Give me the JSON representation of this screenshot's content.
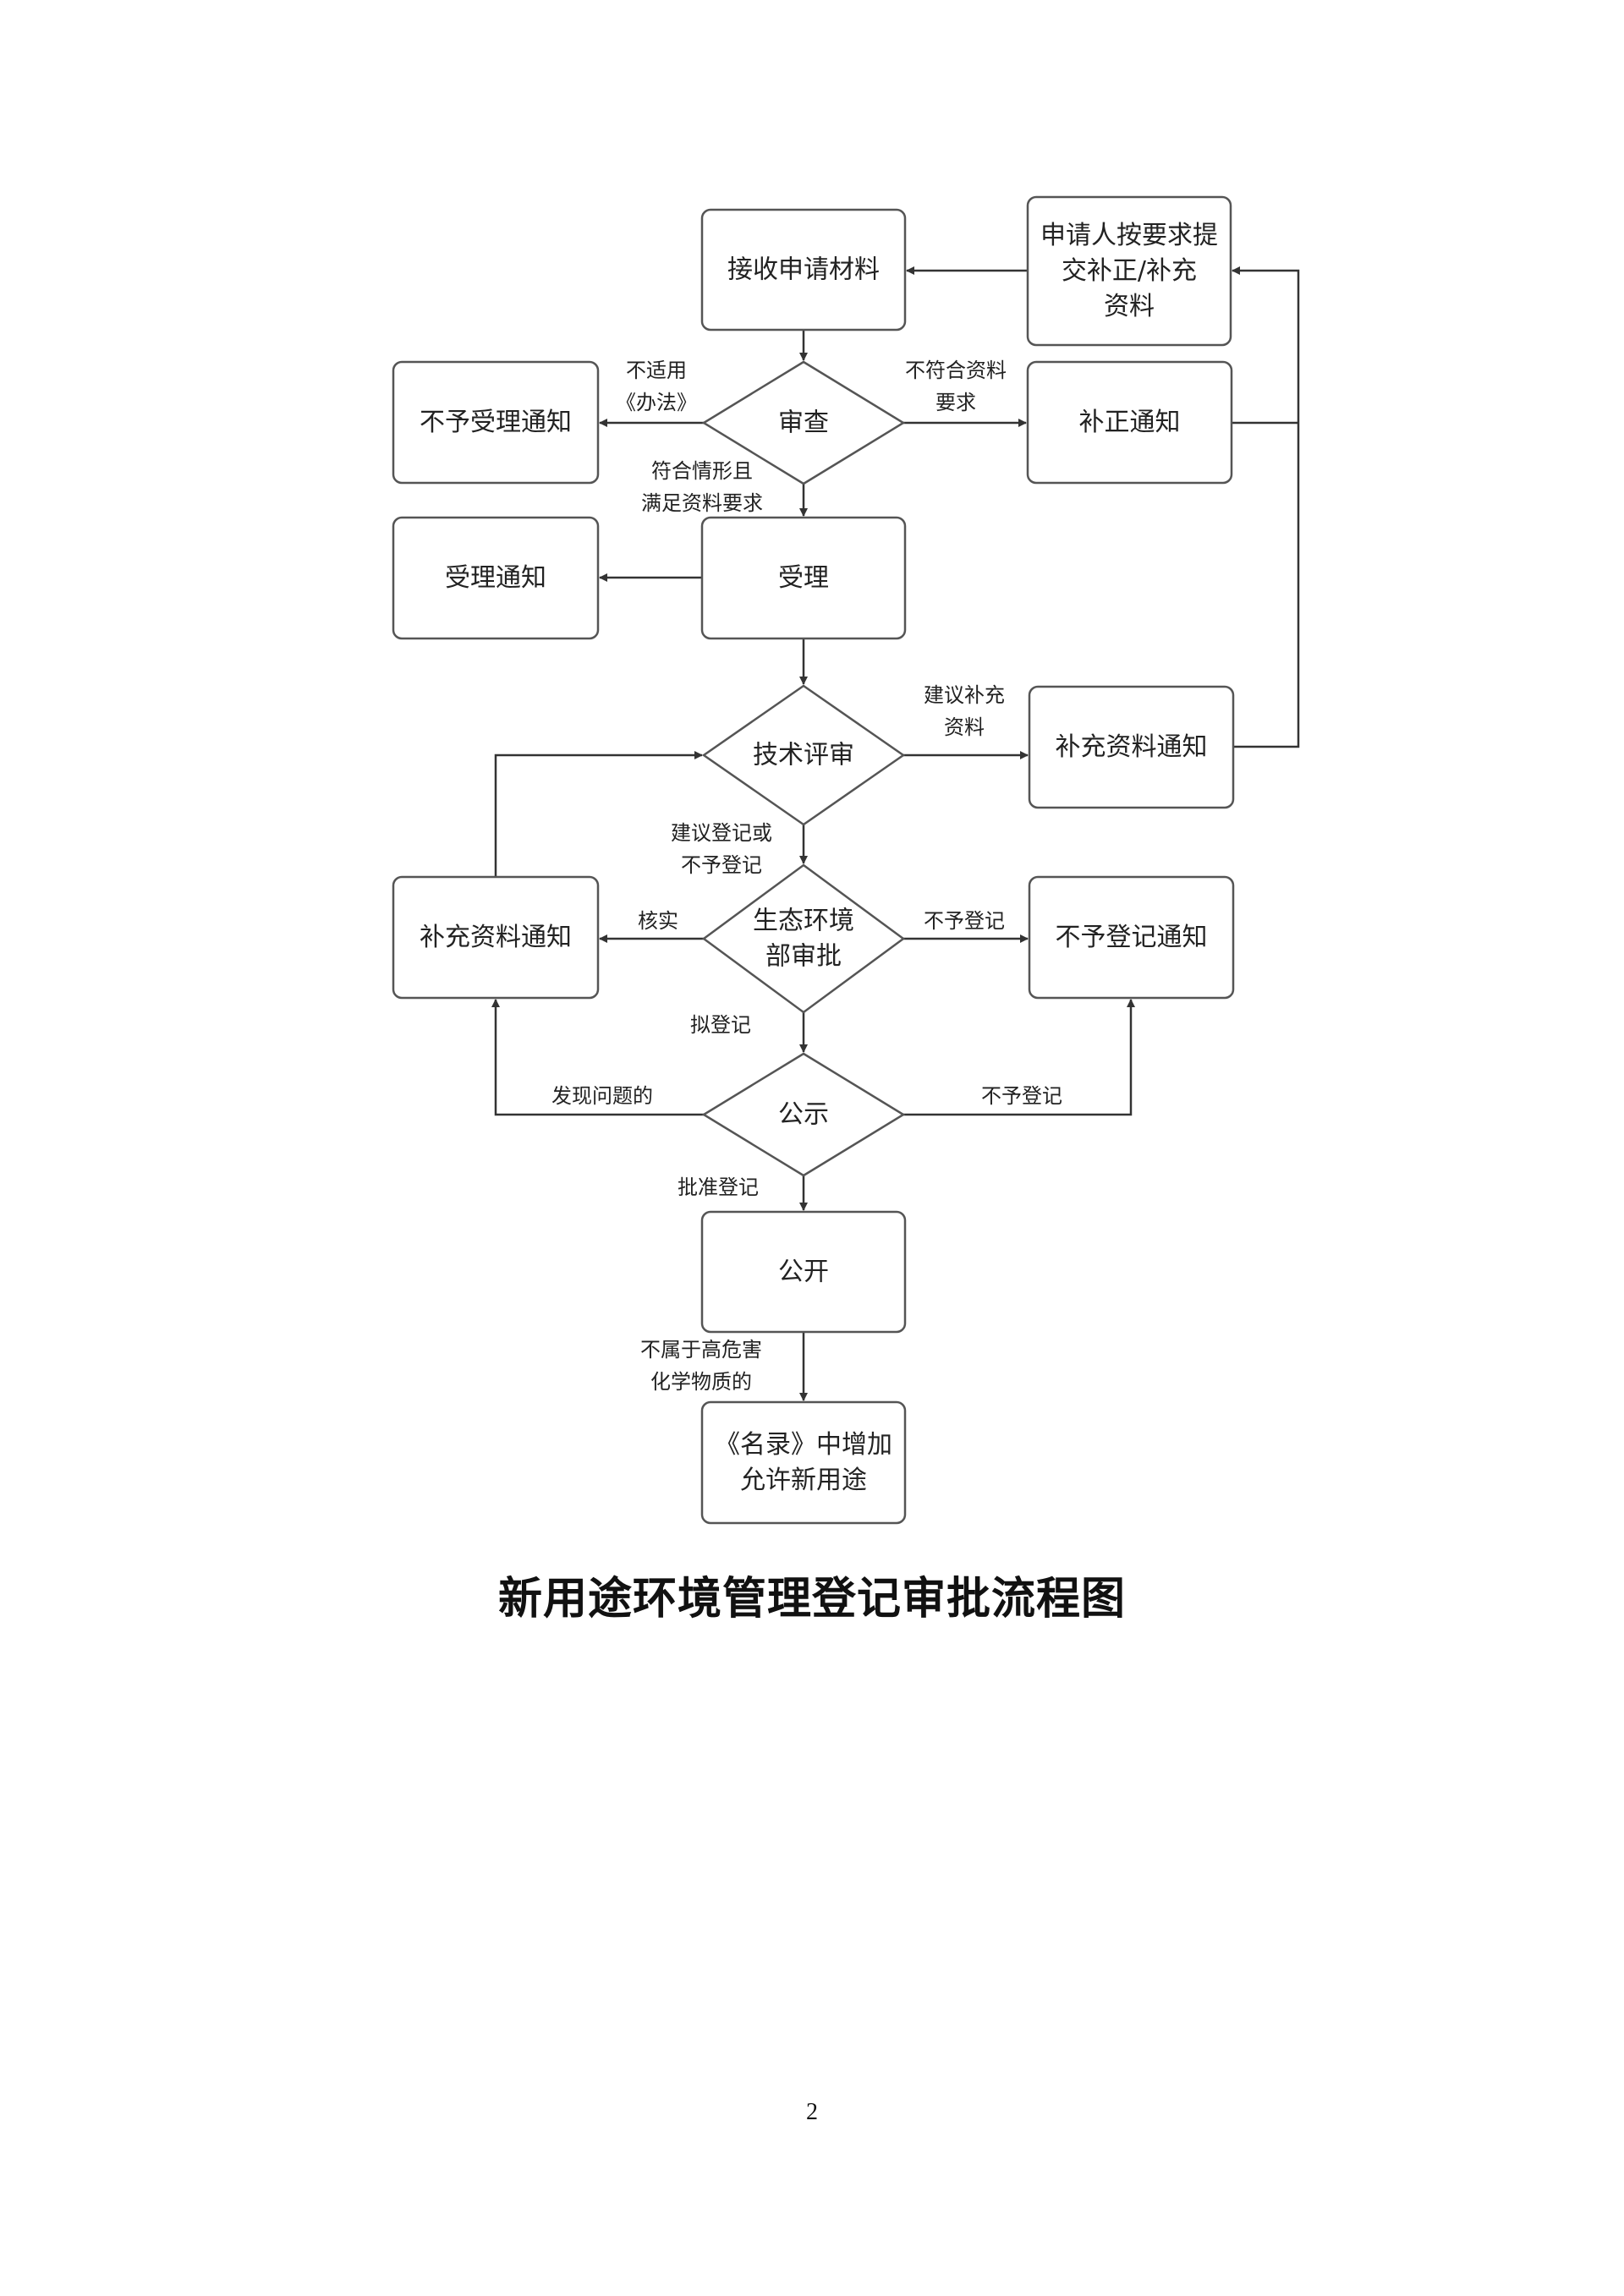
{
  "caption": "新用途环境管理登记审批流程图",
  "page_number": "2",
  "nodes": {
    "receive": [
      "接收申请材料"
    ],
    "resubmit": [
      "申请人按要求提",
      "交补正/补充",
      "资料"
    ],
    "review": [
      "审查"
    ],
    "reject_notice": [
      "不予受理通知"
    ],
    "correction_notice": [
      "补正通知"
    ],
    "accept": [
      "受理"
    ],
    "accept_notice": [
      "受理通知"
    ],
    "tech_review": [
      "技术评审"
    ],
    "supplement_notice_right": [
      "补充资料通知"
    ],
    "ministry_approval": [
      "生态环境",
      "部审批"
    ],
    "supplement_notice_left": [
      "补充资料通知"
    ],
    "no_register_notice": [
      "不予登记通知"
    ],
    "publicity": [
      "公示"
    ],
    "publish": [
      "公开"
    ],
    "list_add": [
      "《名录》中增加",
      "允许新用途"
    ]
  },
  "edge_labels": {
    "not_applicable": [
      "不适用",
      "《办法》"
    ],
    "not_meet_requirements": [
      "不符合资料",
      "要求"
    ],
    "meets_requirements": [
      "符合情形且",
      "满足资料要求"
    ],
    "suggest_supplement": [
      "建议补充",
      "资料"
    ],
    "suggest_register": [
      "建议登记或",
      "不予登记"
    ],
    "verify": [
      "核实"
    ],
    "not_register_approval": [
      "不予登记"
    ],
    "plan_register": [
      "拟登记"
    ],
    "issue_found": [
      "发现问题的"
    ],
    "not_register_publicity": [
      "不予登记"
    ],
    "approve_register": [
      "批准登记"
    ],
    "not_hazardous": [
      "不属于高危害",
      "化学物质的"
    ]
  }
}
